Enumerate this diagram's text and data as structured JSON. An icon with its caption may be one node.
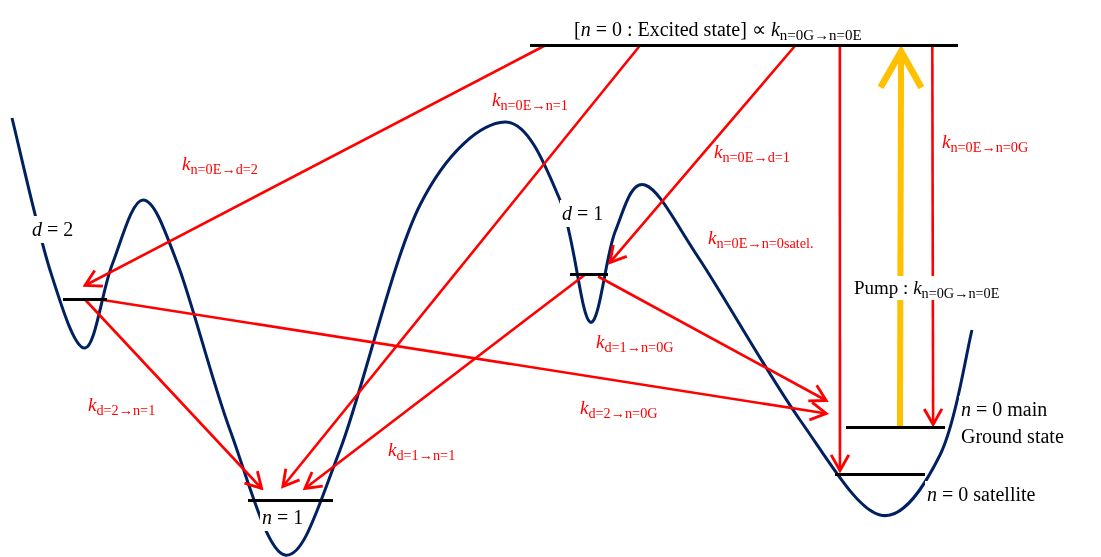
{
  "diagram": {
    "nodes": [
      {
        "text": [
          "[*n* = 0 : Excited state] ∝ *k*$_{n=0G→n=0E}$"
        ]
      },
      {
        "text": [
          "*d* = 2"
        ]
      },
      {
        "text": [
          "*d* = 1"
        ]
      },
      {
        "text": [
          "*n* = 1"
        ]
      },
      {
        "text": [
          "*n* = 0 main Ground state"
        ]
      },
      {
        "text": [
          "*n* = 0 satellite"
        ]
      }
    ],
    "edges": [
      {
        "from": 0,
        "to": 1,
        "arrow": "to",
        "label": "*k*$_{n=0E→d=2}$"
      },
      {
        "from": 0,
        "to": 3,
        "arrow": "to",
        "label": "*k*$_{n=0E→n=1}$"
      },
      {
        "from": 0,
        "to": 2,
        "arrow": "to",
        "label": "*k*$_{n=0E→d=1}$"
      },
      {
        "from": 0,
        "to": 5,
        "arrow": "to",
        "label": "*k*$_{n=0E→n=0satel.}$"
      },
      {
        "from": 0,
        "to": 4,
        "arrow": "to",
        "label": "*k*$_{n=0E→n=0G}$"
      },
      {
        "from": 4,
        "to": 0,
        "arrow": "to",
        "label": "Pump : *k*$_{n=0G→n=0E}$",
        "style": "thick",
        "color": "#ffc000"
      },
      {
        "from": 1,
        "to": 3,
        "arrow": "to",
        "label": "*k*$_{d=2→n=1}$"
      },
      {
        "from": 1,
        "to": 4,
        "arrow": "to",
        "label": "*k*$_{d=2→n=0G}$"
      },
      {
        "from": 2,
        "to": 3,
        "arrow": "to",
        "label": "*k*$_{d=1→n=1}$"
      },
      {
        "from": 2,
        "to": 4,
        "arrow": "to",
        "label": "*k*$_{d=1→n=0G}$"
      }
    ]
  }
}
